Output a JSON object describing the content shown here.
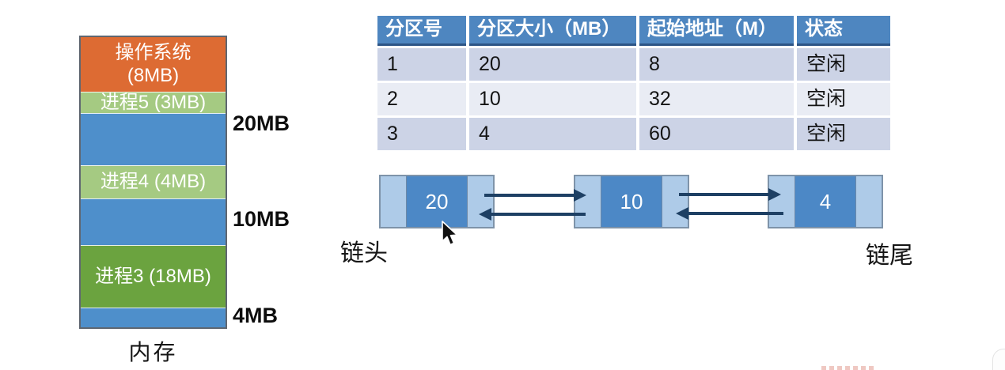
{
  "memory_diagram": {
    "caption": "内存",
    "blocks": [
      {
        "name": "os",
        "line1": "操作系统",
        "line2": "(8MB)"
      },
      {
        "name": "process5",
        "label": "进程5 (3MB)"
      },
      {
        "name": "free-20",
        "label": "",
        "side_label": "20MB"
      },
      {
        "name": "process4",
        "label": "进程4 (4MB)"
      },
      {
        "name": "free-10",
        "label": "",
        "side_label": "10MB"
      },
      {
        "name": "process3",
        "label": "进程3 (18MB)"
      },
      {
        "name": "free-4",
        "label": "",
        "side_label": "4MB"
      }
    ]
  },
  "partition_table": {
    "headers": [
      "分区号",
      "分区大小（MB）",
      "起始地址（M）",
      "状态"
    ],
    "rows": [
      {
        "no": "1",
        "size": "20",
        "start": "8",
        "status": "空闲"
      },
      {
        "no": "2",
        "size": "10",
        "start": "32",
        "status": "空闲"
      },
      {
        "no": "3",
        "size": "4",
        "start": "60",
        "status": "空闲"
      }
    ]
  },
  "free_list": {
    "head_label": "链头",
    "tail_label": "链尾",
    "nodes": [
      {
        "size": "20"
      },
      {
        "size": "10"
      },
      {
        "size": "4"
      }
    ]
  },
  "colors": {
    "os_block_orange": "#dd6b33",
    "process_light_green": "#a5ca82",
    "process_dark_green": "#6ba33f",
    "free_block_blue": "#4e8fcb",
    "table_header_blue": "#4e86c0",
    "table_row_dark": "#ccd3e6",
    "table_row_light": "#e9ecf4",
    "node_cell_light": "#aecbe8",
    "node_cell_dark": "#4c88c6",
    "arrow_navy": "#1e4064"
  }
}
